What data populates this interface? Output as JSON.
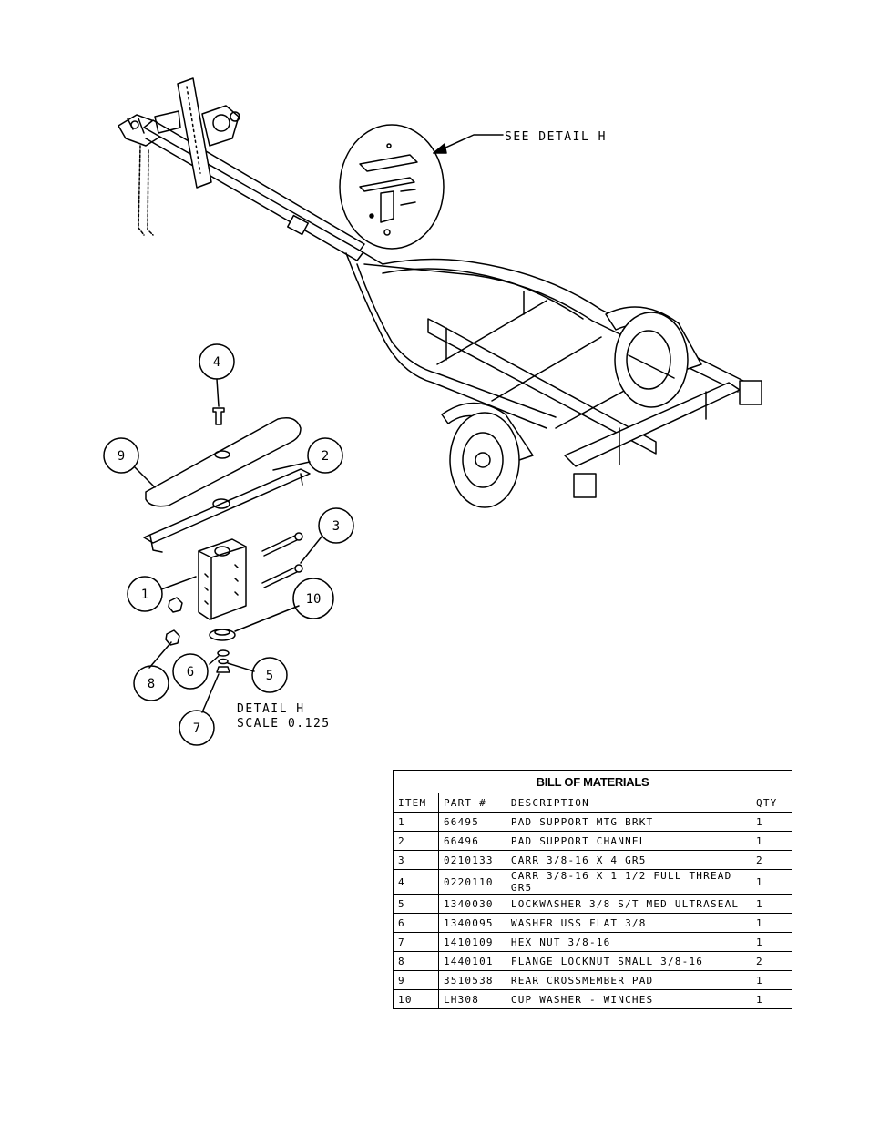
{
  "callout": {
    "see_detail": "SEE DETAIL  H"
  },
  "detail_label": {
    "line1": "DETAIL  H",
    "line2": "SCALE  0.125"
  },
  "balloons": [
    "1",
    "2",
    "3",
    "4",
    "5",
    "6",
    "7",
    "8",
    "9",
    "10"
  ],
  "bom": {
    "title": "BILL OF MATERIALS",
    "headers": [
      "ITEM",
      "PART #",
      "DESCRIPTION",
      "QTY"
    ],
    "rows": [
      [
        "1",
        "66495",
        "PAD SUPPORT MTG BRKT",
        "1"
      ],
      [
        "2",
        "66496",
        "PAD SUPPORT CHANNEL",
        "1"
      ],
      [
        "3",
        "0210133",
        "CARR 3/8-16 X 4 GR5",
        "2"
      ],
      [
        "4",
        "0220110",
        "CARR 3/8-16 X 1 1/2 FULL THREAD GR5",
        "1"
      ],
      [
        "5",
        "1340030",
        "LOCKWASHER 3/8 S/T MED ULTRASEAL",
        "1"
      ],
      [
        "6",
        "1340095",
        "WASHER USS FLAT 3/8",
        "1"
      ],
      [
        "7",
        "1410109",
        "HEX NUT 3/8-16",
        "1"
      ],
      [
        "8",
        "1440101",
        "FLANGE LOCKNUT SMALL 3/8-16",
        "2"
      ],
      [
        "9",
        "3510538",
        "REAR CROSSMEMBER PAD",
        "1"
      ],
      [
        "10",
        "LH308",
        "CUP WASHER - WINCHES",
        "1"
      ]
    ]
  }
}
